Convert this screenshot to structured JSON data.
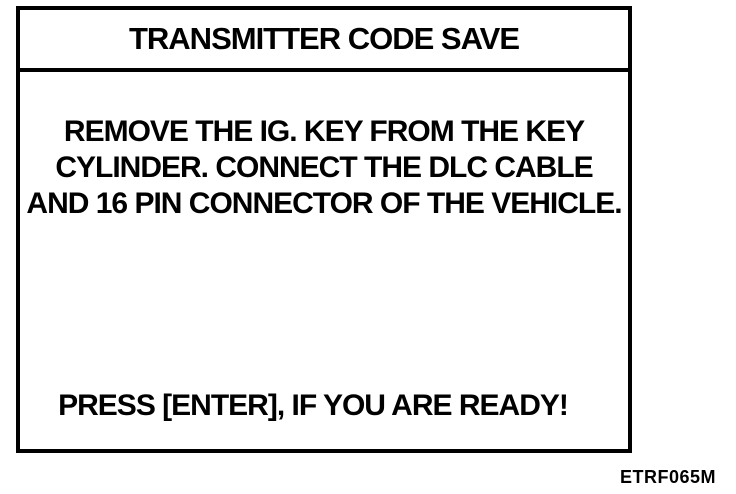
{
  "screen": {
    "title": "TRANSMITTER CODE SAVE",
    "message_lines": [
      "REMOVE THE IG. KEY FROM THE KEY",
      "CYLINDER. CONNECT THE DLC CABLE",
      "AND 16 PIN CONNECTOR OF THE VEHICLE."
    ],
    "prompt": "PRESS [ENTER], IF YOU ARE READY!"
  },
  "figure": {
    "caption": "ETRF065M"
  },
  "colors": {
    "ink": "#000000",
    "background": "#ffffff"
  }
}
